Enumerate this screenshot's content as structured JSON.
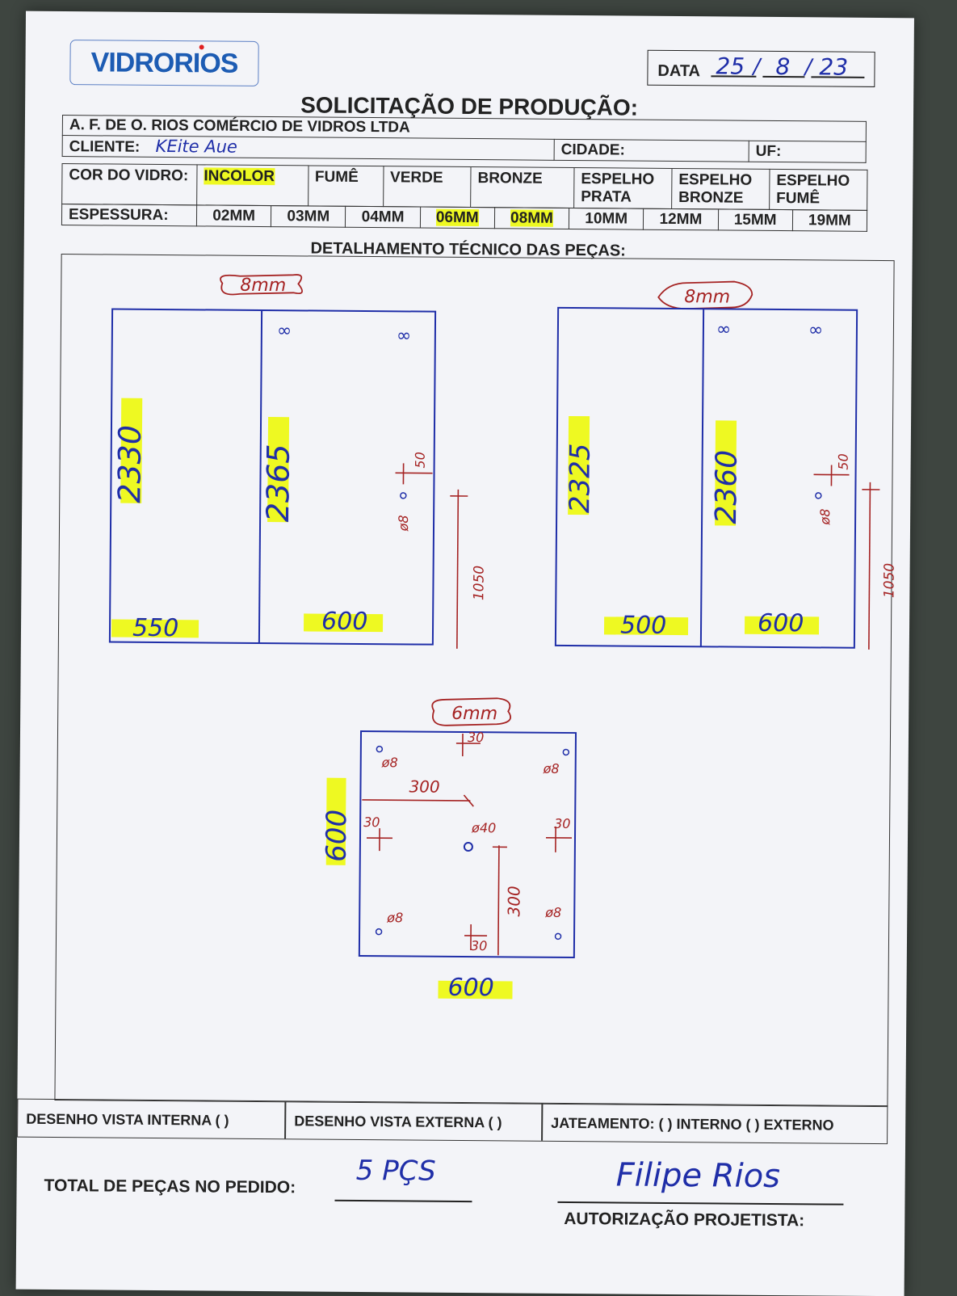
{
  "header": {
    "logo": "VIDRORIOS",
    "date_label": "DATA",
    "date": {
      "day": "25",
      "month": "8",
      "year": "23"
    },
    "title": "SOLICITAÇÃO DE PRODUÇÃO:"
  },
  "company": "A. F. DE O. RIOS COMÉRCIO DE VIDROS LTDA",
  "client": {
    "label": "CLIENTE:",
    "value": "KEite Aue",
    "city_label": "CIDADE:",
    "uf_label": "UF:"
  },
  "glass": {
    "color_label": "COR DO VIDRO:",
    "colors": [
      "INCOLOR",
      "FUMÊ",
      "VERDE",
      "BRONZE",
      "ESPELHO PRATA",
      "ESPELHO BRONZE",
      "ESPELHO FUMÊ"
    ],
    "selected_color": "INCOLOR",
    "thickness_label": "ESPESSURA:",
    "thicknesses": [
      "02MM",
      "03MM",
      "04MM",
      "06MM",
      "08MM",
      "10MM",
      "12MM",
      "15MM",
      "19MM"
    ],
    "selected_thicknesses": [
      "06MM",
      "08MM"
    ]
  },
  "technical_title": "DETALHAMENTO TÉCNICO DAS PEÇAS:",
  "drawings": {
    "left_set": {
      "thickness": "8mm",
      "panel_a": {
        "height": "2330",
        "width": "550"
      },
      "panel_b": {
        "height": "2365",
        "width": "600"
      },
      "hole_symbol": "∞",
      "hole_dim": "ø8",
      "hole_offset": "50",
      "position": "1050"
    },
    "right_set": {
      "thickness": "8mm",
      "panel_a": {
        "height": "2325",
        "width": "500"
      },
      "panel_b": {
        "height": "2360",
        "width": "600"
      },
      "hole_symbol": "∞",
      "hole_dim": "ø8",
      "hole_offset": "50",
      "position": "1050"
    },
    "square": {
      "thickness": "6mm",
      "height": "600",
      "width": "600",
      "corner_hole": "ø8",
      "center_hole": "ø40",
      "edge_offset": "30",
      "center_offset": "300"
    }
  },
  "footer": {
    "internal_view": "DESENHO VISTA INTERNA ( )",
    "external_view": "DESENHO VISTA EXTERNA ( )",
    "sandblast": "JATEAMENTO: ( ) INTERNO ( ) EXTERNO",
    "total_label": "TOTAL DE PEÇAS NO PEDIDO:",
    "total_value": "5 PÇS",
    "signature": "Filipe Rios",
    "auth_label": "AUTORIZAÇÃO PROJETISTA:"
  },
  "colors": {
    "ink_blue": "#1f2ea8",
    "ink_red": "#a52323",
    "highlight": "#eef922",
    "logo_blue": "#1d5cb3"
  }
}
